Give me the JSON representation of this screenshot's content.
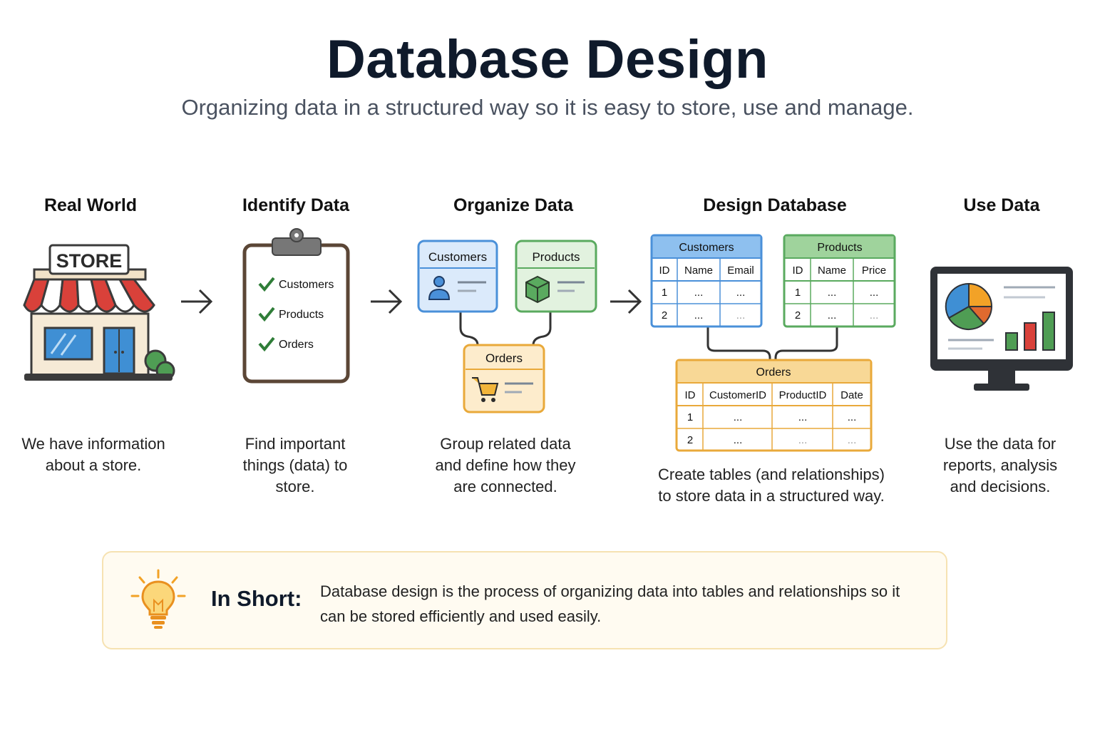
{
  "title": "Database Design",
  "subtitle": "Organizing data in a structured way so it is easy to store, use and manage.",
  "steps": [
    {
      "title": "Real World",
      "description": "We have information about a store.",
      "sign_text": "STORE"
    },
    {
      "title": "Identify Data",
      "description": "Find important things (data) to store.",
      "checklist": [
        "Customers",
        "Products",
        "Orders"
      ]
    },
    {
      "title": "Organize Data",
      "description": "Group related data and define how they are connected.",
      "cards": [
        "Customers",
        "Products",
        "Orders"
      ]
    },
    {
      "title": "Design Database",
      "description": "Create tables (and relationships) to store data in a structured way.",
      "tables": [
        {
          "name": "Customers",
          "columns": [
            "ID",
            "Name",
            "Email"
          ],
          "rows": [
            [
              "1",
              "...",
              "..."
            ],
            [
              "2",
              "...",
              "..."
            ]
          ],
          "color": "#4a90d9"
        },
        {
          "name": "Products",
          "columns": [
            "ID",
            "Name",
            "Price"
          ],
          "rows": [
            [
              "1",
              "...",
              "..."
            ],
            [
              "2",
              "...",
              "..."
            ]
          ],
          "color": "#5aaa5f"
        },
        {
          "name": "Orders",
          "columns": [
            "ID",
            "CustomerID",
            "ProductID",
            "Date"
          ],
          "rows": [
            [
              "1",
              "...",
              "...",
              "..."
            ],
            [
              "2",
              "...",
              "...",
              "..."
            ]
          ],
          "color": "#e9a93a"
        }
      ]
    },
    {
      "title": "Use Data",
      "description": "Use the data for reports, analysis and decisions."
    }
  ],
  "summary": {
    "label": "In Short:",
    "text": "Database design is the process of organizing data into tables and relationships so it can be stored efficiently and used easily."
  },
  "colors": {
    "blue": "#4a90d9",
    "green": "#5aaa5f",
    "orange": "#e9a93a",
    "red": "#d9413a",
    "dark": "#3b3b3b"
  }
}
